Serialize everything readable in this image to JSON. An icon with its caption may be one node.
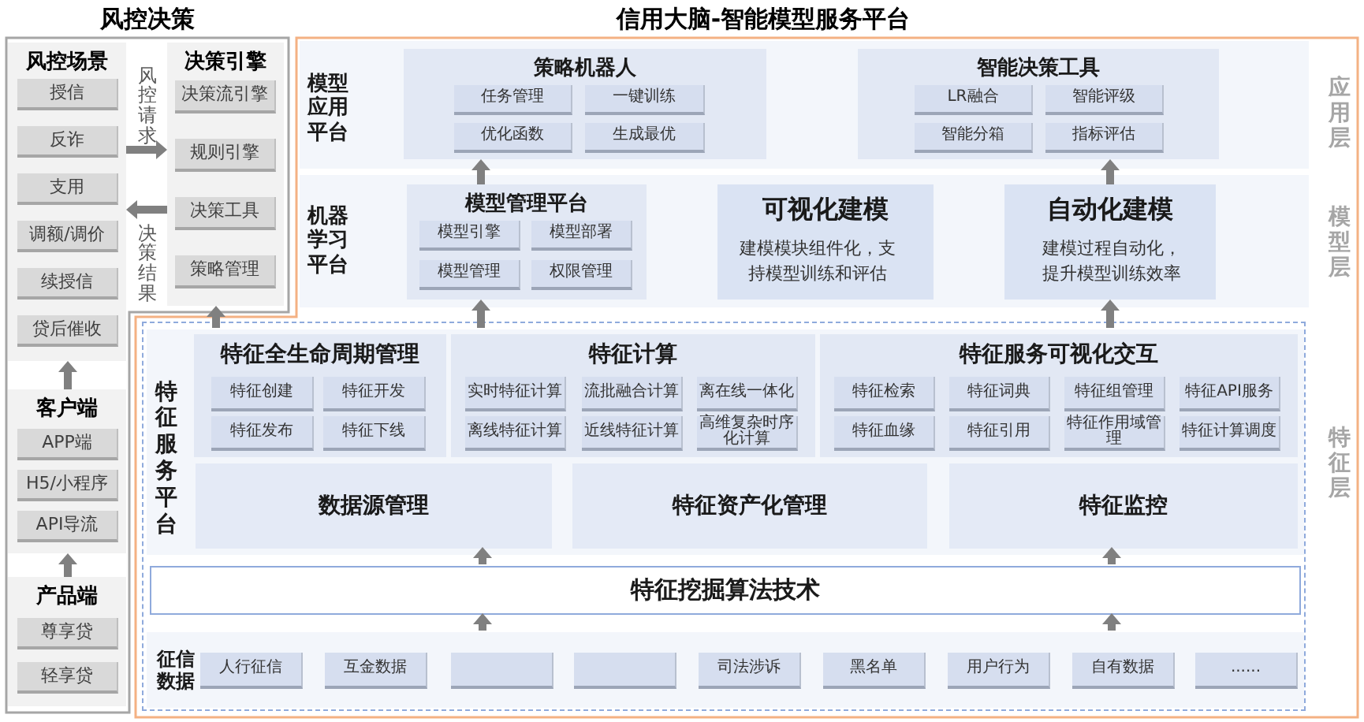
{
  "diagram": {
    "nodes": [
      {
        "text": [
          "风控决策"
        ]
      },
      {
        "text": [
          "风控场景"
        ],
        "in": 0
      },
      {
        "text": [
          "授信"
        ],
        "in": 1
      },
      {
        "text": [
          "反诈"
        ],
        "in": 1
      },
      {
        "text": [
          "支用"
        ],
        "in": 1
      },
      {
        "text": [
          "调额/调价"
        ],
        "in": 1
      },
      {
        "text": [
          "续授信"
        ],
        "in": 1
      },
      {
        "text": [
          "贷后催收"
        ],
        "in": 1
      },
      {
        "text": [
          "决策引擎"
        ],
        "in": 0
      },
      {
        "text": [
          "决策流引擎"
        ],
        "in": 8
      },
      {
        "text": [
          "规则引擎"
        ],
        "in": 8
      },
      {
        "text": [
          "决策工具"
        ],
        "in": 8
      },
      {
        "text": [
          "策略管理"
        ],
        "in": 8
      },
      {
        "text": [
          "客户端"
        ],
        "in": 0
      },
      {
        "text": [
          "APP端"
        ],
        "in": 13
      },
      {
        "text": [
          "H5/小程序"
        ],
        "in": 13
      },
      {
        "text": [
          "API导流"
        ],
        "in": 13
      },
      {
        "text": [
          "产品端"
        ],
        "in": 0
      },
      {
        "text": [
          "尊享贷"
        ],
        "in": 17
      },
      {
        "text": [
          "轻享贷"
        ],
        "in": 17
      },
      {
        "text": [
          "信用大脑-智能模型服务平台"
        ]
      },
      {
        "text": [
          "模型应用平台"
        ],
        "in": 20,
        "beside": [
          "应用层"
        ]
      },
      {
        "text": [
          "策略机器人"
        ],
        "in": 21
      },
      {
        "text": [
          "任务管理"
        ],
        "in": 22
      },
      {
        "text": [
          "一键训练"
        ],
        "in": 22
      },
      {
        "text": [
          "优化函数"
        ],
        "in": 22
      },
      {
        "text": [
          "生成最优"
        ],
        "in": 22
      },
      {
        "text": [
          "智能决策工具"
        ],
        "in": 21
      },
      {
        "text": [
          "LR融合"
        ],
        "in": 27
      },
      {
        "text": [
          "智能评级"
        ],
        "in": 27
      },
      {
        "text": [
          "智能分箱"
        ],
        "in": 27
      },
      {
        "text": [
          "指标评估"
        ],
        "in": 27
      },
      {
        "text": [
          "机器学习平台"
        ],
        "in": 20,
        "beside": [
          "模型层"
        ]
      },
      {
        "text": [
          "模型管理平台"
        ],
        "in": 32
      },
      {
        "text": [
          "模型引擎"
        ],
        "in": 33
      },
      {
        "text": [
          "模型部署"
        ],
        "in": 33
      },
      {
        "text": [
          "模型管理"
        ],
        "in": 33
      },
      {
        "text": [
          "权限管理"
        ],
        "in": 33
      },
      {
        "text": [
          "可视化建模",
          "建模模块组件化，支持模型训练和评估"
        ],
        "in": 32
      },
      {
        "text": [
          "自动化建模",
          "建模过程自动化，提升模型训练效率"
        ],
        "in": 32
      },
      {
        "text": [],
        "shape": "box",
        "in": 20,
        "beside": [
          "特征层"
        ]
      },
      {
        "text": [
          "特征服务平台"
        ],
        "in": 40
      },
      {
        "text": [
          "特征全生命周期管理"
        ],
        "in": 41
      },
      {
        "text": [
          "特征创建"
        ],
        "in": 42
      },
      {
        "text": [
          "特征开发"
        ],
        "in": 42
      },
      {
        "text": [
          "特征发布"
        ],
        "in": 42
      },
      {
        "text": [
          "特征下线"
        ],
        "in": 42
      },
      {
        "text": [
          "特征计算"
        ],
        "in": 41
      },
      {
        "text": [
          "实时特征计算"
        ],
        "in": 47
      },
      {
        "text": [
          "流批融合计算"
        ],
        "in": 47
      },
      {
        "text": [
          "离在线一体化"
        ],
        "in": 47
      },
      {
        "text": [
          "离线特征计算"
        ],
        "in": 47
      },
      {
        "text": [
          "近线特征计算"
        ],
        "in": 47
      },
      {
        "text": [
          "高维复杂时序化计算"
        ],
        "in": 47
      },
      {
        "text": [
          "特征服务可视化交互"
        ],
        "in": 41
      },
      {
        "text": [
          "特征检索"
        ],
        "in": 54
      },
      {
        "text": [
          "特征词典"
        ],
        "in": 54
      },
      {
        "text": [
          "特征组管理"
        ],
        "in": 54
      },
      {
        "text": [
          "特征API服务"
        ],
        "in": 54
      },
      {
        "text": [
          "特征血缘"
        ],
        "in": 54
      },
      {
        "text": [
          "特征引用"
        ],
        "in": 54
      },
      {
        "text": [
          "特征作用域管理"
        ],
        "in": 54
      },
      {
        "text": [
          "特征计算调度"
        ],
        "in": 54
      },
      {
        "text": [
          "数据源管理"
        ],
        "in": 41
      },
      {
        "text": [
          "特征资产化管理"
        ],
        "in": 41
      },
      {
        "text": [
          "特征监控"
        ],
        "in": 41
      },
      {
        "text": [
          "特征挖掘算法技术"
        ],
        "in": 40
      },
      {
        "text": [
          "征信数据"
        ],
        "in": 40
      },
      {
        "text": [
          "人行征信"
        ],
        "in": 67
      },
      {
        "text": [
          "互金数据"
        ],
        "in": 67
      },
      {
        "text": [],
        "shape": "box",
        "in": 67
      },
      {
        "text": [],
        "shape": "box",
        "in": 67
      },
      {
        "text": [
          "司法涉诉"
        ],
        "in": 67
      },
      {
        "text": [
          "黑名单"
        ],
        "in": 67
      },
      {
        "text": [
          "用户行为"
        ],
        "in": 67
      },
      {
        "text": [
          "自有数据"
        ],
        "in": 67
      },
      {
        "text": [
          "......"
        ],
        "in": 67
      }
    ],
    "edges": [
      {
        "from": 1,
        "to": 8,
        "arrow": "to",
        "label": "风控请求"
      },
      {
        "from": 8,
        "to": 1,
        "arrow": "to",
        "label": "决策结果"
      },
      {
        "from": 13,
        "to": 1,
        "arrow": "to"
      },
      {
        "from": 17,
        "to": 13,
        "arrow": "to"
      },
      {
        "from": 41,
        "to": 8,
        "arrow": "to"
      },
      {
        "from": 41,
        "to": 33,
        "arrow": "to"
      },
      {
        "from": 41,
        "to": 39,
        "arrow": "to"
      },
      {
        "from": 33,
        "to": 22,
        "arrow": "to"
      },
      {
        "from": 39,
        "to": 27,
        "arrow": "to"
      },
      {
        "from": 66,
        "to": 63,
        "arrow": "to"
      },
      {
        "from": 66,
        "to": 65,
        "arrow": "to"
      },
      {
        "from": 67,
        "to": 66,
        "arrow": "to"
      },
      {
        "from": 67,
        "to": 66,
        "arrow": "to"
      }
    ]
  }
}
